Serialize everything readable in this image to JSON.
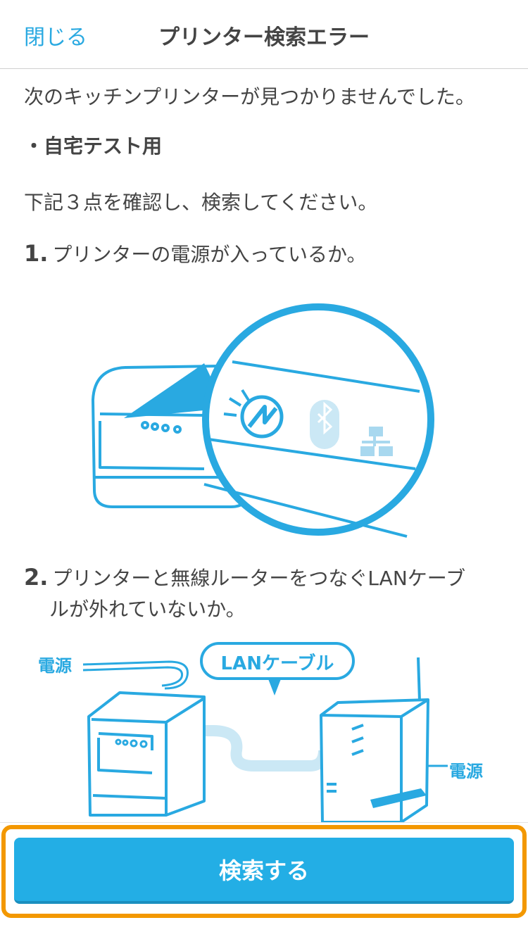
{
  "nav": {
    "close_label": "閉じる",
    "title": "プリンター検索エラー"
  },
  "message": {
    "line1": "次のキッチンプリンターが見つかりませんでした。",
    "printer_name": "・自宅テスト用",
    "instruction": "下記３点を確認し、検索してください。"
  },
  "steps": [
    {
      "number": "1.",
      "text": "プリンターの電源が入っているか。"
    },
    {
      "number": "2.",
      "text_line1": "プリンターと無線ルーターをつなぐLANケーブ",
      "text_line2": "ルが外れていないか。"
    }
  ],
  "illustration2": {
    "power_left": "電源",
    "cable_bubble": "LANケーブル",
    "power_right": "電源"
  },
  "action": {
    "search_label": "検索する"
  },
  "colors": {
    "accent": "#29a9e1",
    "button": "#23aee5",
    "highlight": "#f39800"
  }
}
